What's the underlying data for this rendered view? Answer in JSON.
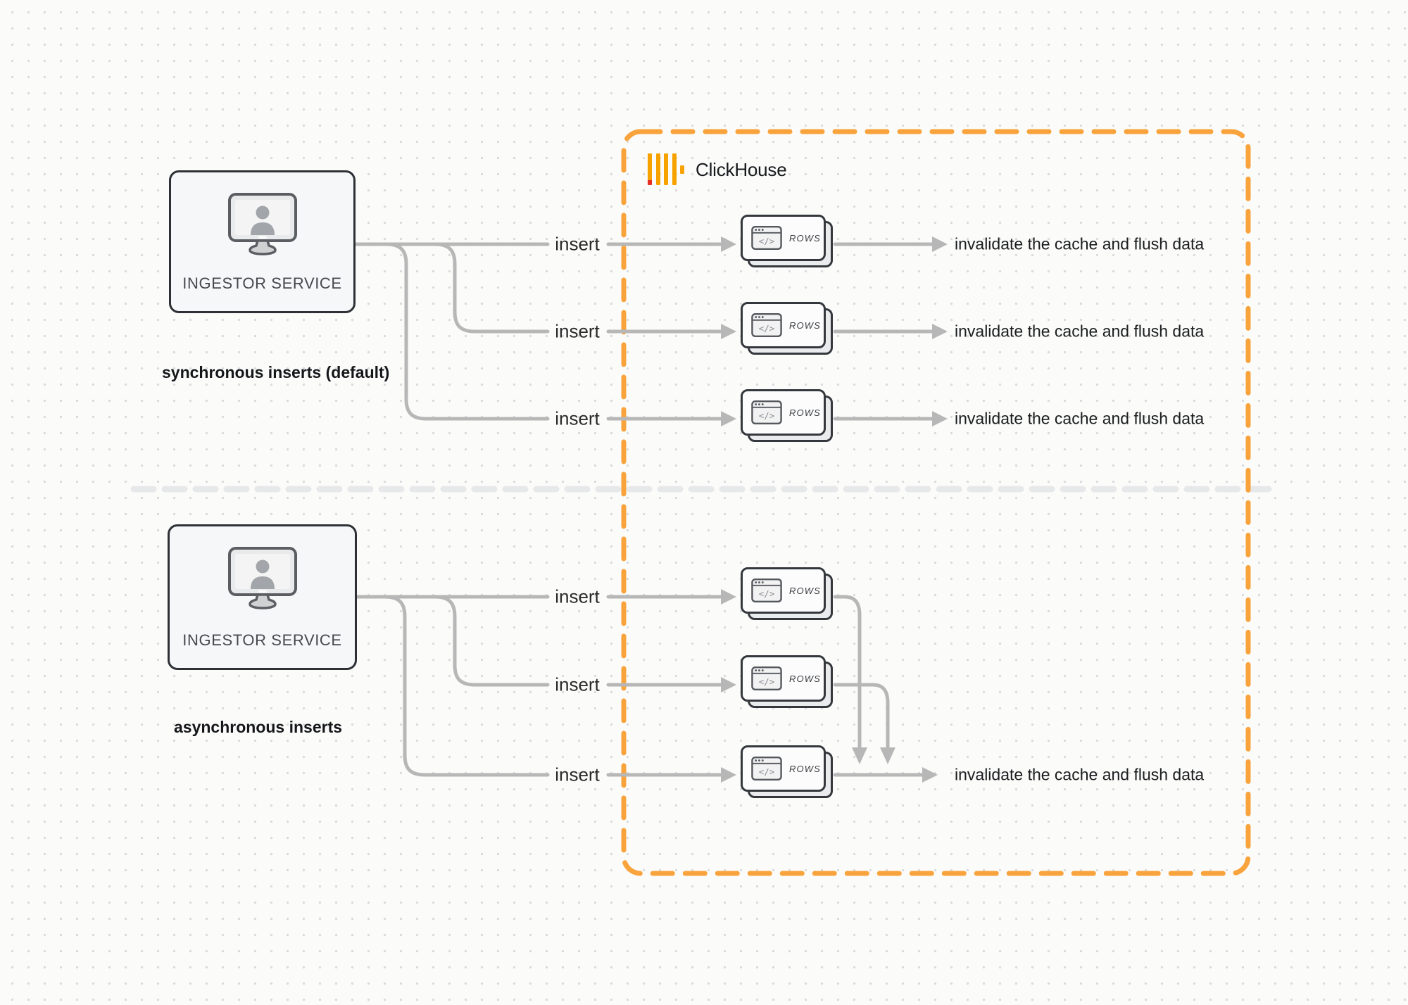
{
  "colors": {
    "boundary_orange": "#F9A33C",
    "logo_yellow": "#F8A200",
    "logo_red": "#E62E21",
    "connector_gray": "#B7B7B7",
    "divider_gray": "#E7E8E9"
  },
  "clickhouse": {
    "title": "ClickHouse"
  },
  "card": {
    "icon_glyph": "</>"
  },
  "sync": {
    "service_label": "INGESTOR SERVICE",
    "caption": "synchronous inserts (default)",
    "rows": [
      {
        "insert_label": "insert",
        "card_label": "ROWS",
        "result_label": "invalidate the cache and flush data"
      },
      {
        "insert_label": "insert",
        "card_label": "ROWS",
        "result_label": "invalidate the cache and flush data"
      },
      {
        "insert_label": "insert",
        "card_label": "ROWS",
        "result_label": "invalidate the cache and flush data"
      }
    ]
  },
  "async": {
    "service_label": "INGESTOR SERVICE",
    "caption": "asynchronous inserts",
    "rows": [
      {
        "insert_label": "insert",
        "card_label": "ROWS"
      },
      {
        "insert_label": "insert",
        "card_label": "ROWS"
      },
      {
        "insert_label": "insert",
        "card_label": "ROWS"
      }
    ],
    "result_label": "invalidate the cache and flush data"
  }
}
